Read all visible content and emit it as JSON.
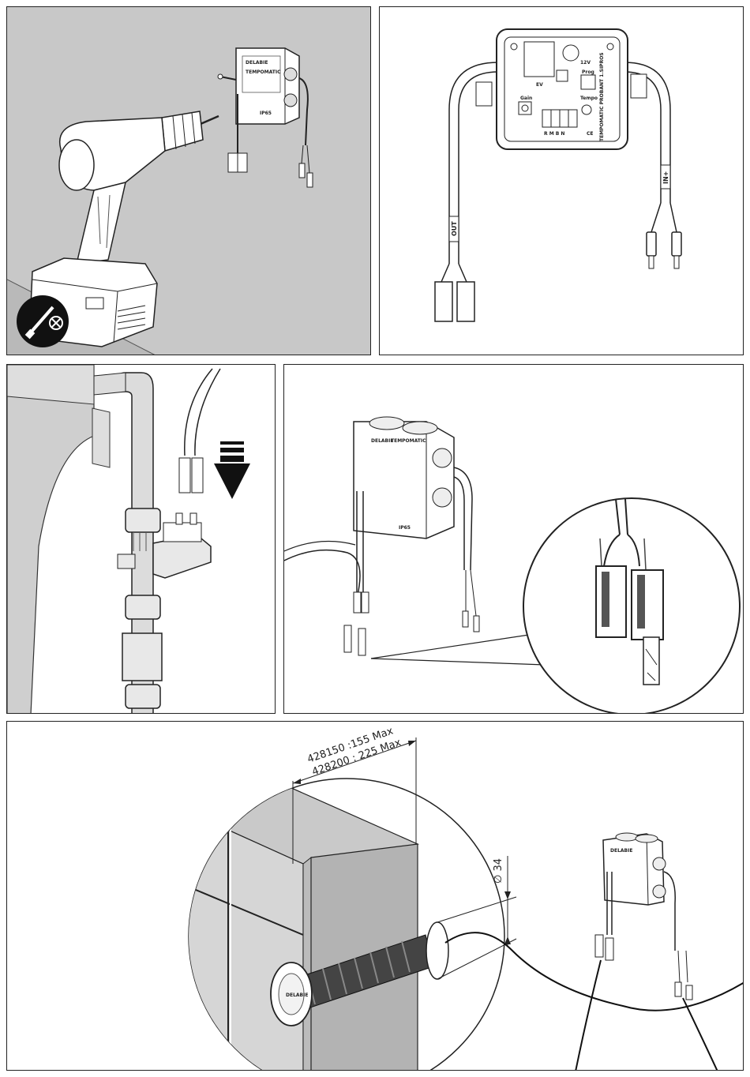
{
  "box_labels": {
    "brand": "DELABIE",
    "product": "TEMPOMATIC",
    "power": "12V",
    "ev": "EV",
    "gain": "Gain",
    "tempo": "Tempo",
    "prog": "Prog",
    "terminals": "R  M  B  N",
    "ip": "IP65",
    "side_text": "TEMPOMATIC PROBANT 1.SIPROS"
  },
  "cable_labels": {
    "out": "OUT",
    "in": "IN+"
  },
  "dimensions": {
    "depth_line1": "428150 :155 Max",
    "depth_line2": "428200 : 225 Max",
    "diameter": "∅ 34"
  },
  "flange_label": "DELABIE"
}
